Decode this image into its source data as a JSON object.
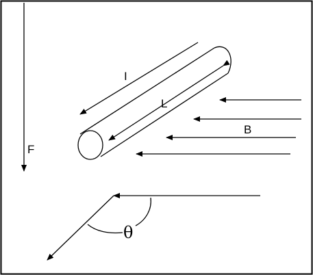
{
  "labels": {
    "current": "I",
    "length": "L",
    "field": "B",
    "force": "F",
    "angle": "θ"
  }
}
